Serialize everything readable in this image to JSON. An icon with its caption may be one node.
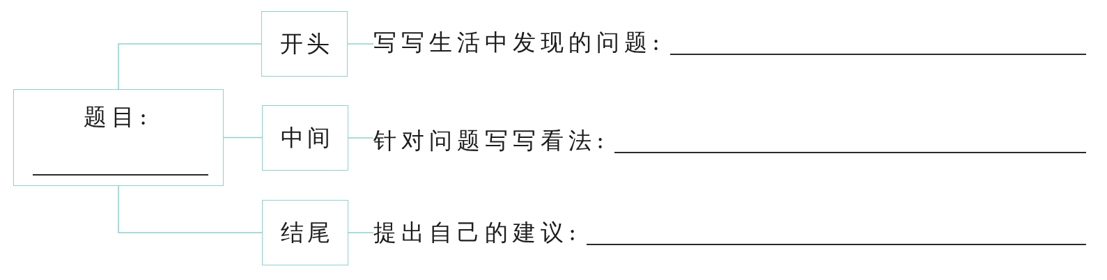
{
  "diagram": {
    "nodes": [
      {
        "text": [
          "题目:"
        ]
      },
      {
        "text": [
          "开头"
        ]
      },
      {
        "text": [
          "中间"
        ]
      },
      {
        "text": [
          "结尾"
        ]
      },
      {
        "text": [
          "写写生活中发现的问题:"
        ]
      },
      {
        "text": [
          "针对问题写写看法:"
        ]
      },
      {
        "text": [
          "提出自己的建议:"
        ]
      }
    ],
    "edges": [
      {
        "from": 0,
        "to": 1,
        "arrow": "none"
      },
      {
        "from": 0,
        "to": 2,
        "arrow": "none"
      },
      {
        "from": 0,
        "to": 3,
        "arrow": "none"
      },
      {
        "from": 1,
        "to": 4,
        "arrow": "none"
      },
      {
        "from": 2,
        "to": 5,
        "arrow": "none"
      },
      {
        "from": 3,
        "to": 6,
        "arrow": "none"
      }
    ]
  }
}
